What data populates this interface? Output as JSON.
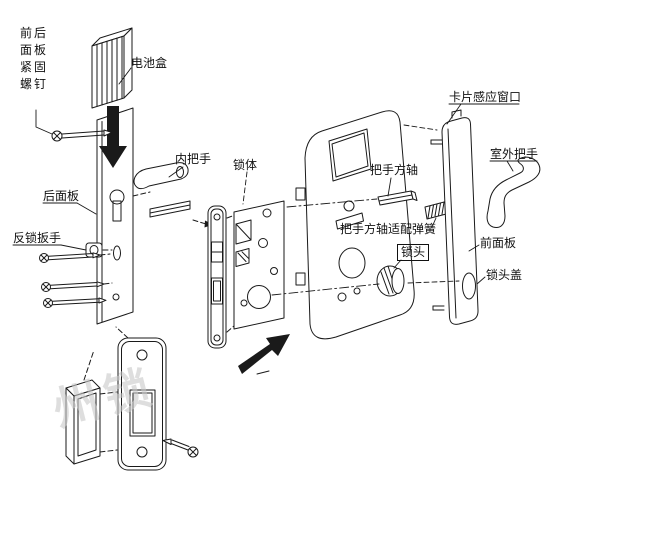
{
  "diagram": {
    "type": "exploded-view",
    "subject": "electronic door lock assembly",
    "labels": {
      "fastening_screws": "前后面板紧固螺钉",
      "battery_box": "电池盒",
      "back_panel": "后面板",
      "deadbolt_lever": "反锁扳手",
      "inner_handle": "内把手",
      "lock_body": "锁体",
      "spindle": "把手方轴",
      "spindle_spring": "把手方轴适配弹簧",
      "cylinder": "锁头",
      "card_window": "卡片感应窗口",
      "outdoor_handle": "室外把手",
      "front_panel": "前面板",
      "cylinder_cover": "锁头盖",
      "watermark": "州锁"
    },
    "colors": {
      "line": "#1a1a1a",
      "background": "#ffffff",
      "watermark": "#c9c9c9"
    }
  }
}
